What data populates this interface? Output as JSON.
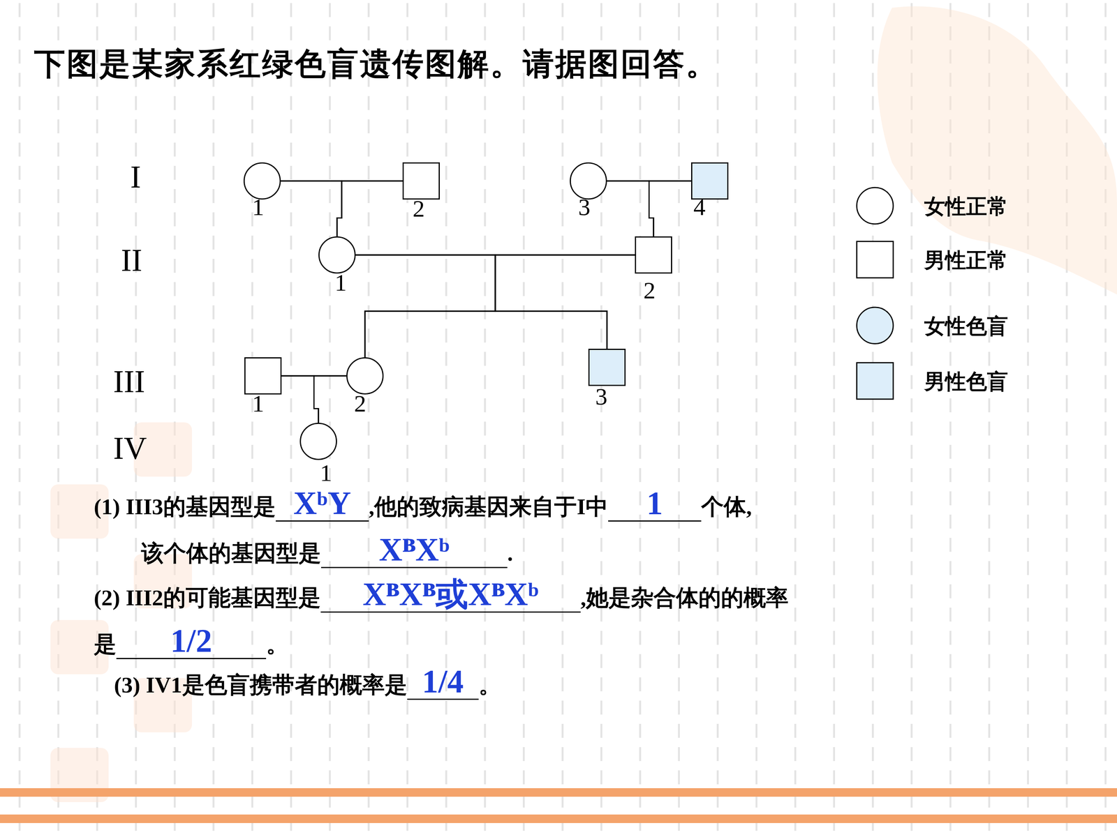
{
  "diagram": {
    "title": "下图是某家系红绿色盲遗传图解。请据图回答。",
    "nodes": [
      {
        "text": [
          "1"
        ]
      },
      {
        "text": [
          "2"
        ]
      },
      {
        "text": [
          "3"
        ]
      },
      {
        "text": [
          "4"
        ]
      },
      {
        "text": [
          "1"
        ]
      },
      {
        "text": [
          "2"
        ]
      },
      {
        "text": [
          "1"
        ]
      },
      {
        "text": [
          "2"
        ]
      },
      {
        "text": [
          "3"
        ]
      },
      {
        "text": [
          "1"
        ]
      }
    ],
    "edges": [
      {
        "from": 0,
        "to": 1,
        "arrow": "none"
      },
      {
        "from": 2,
        "to": 3,
        "arrow": "none"
      },
      {
        "from": 4,
        "to": 5,
        "arrow": "none"
      },
      {
        "from": 6,
        "to": 7,
        "arrow": "none"
      },
      {
        "from": 0,
        "to": 4,
        "arrow": "none"
      },
      {
        "from": 1,
        "to": 4,
        "arrow": "none"
      },
      {
        "from": 2,
        "to": 5,
        "arrow": "none"
      },
      {
        "from": 3,
        "to": 5,
        "arrow": "none"
      },
      {
        "from": 4,
        "to": 7,
        "arrow": "none"
      },
      {
        "from": 5,
        "to": 7,
        "arrow": "none"
      },
      {
        "from": 4,
        "to": 8,
        "arrow": "none"
      },
      {
        "from": 5,
        "to": 8,
        "arrow": "none"
      },
      {
        "from": 6,
        "to": 9,
        "arrow": "none"
      },
      {
        "from": 7,
        "to": 9,
        "arrow": "none"
      }
    ],
    "labels": [
      "I",
      "II",
      "III",
      "IV",
      "(1) III3的基因型是",
      "XᵇY",
      ",他的致病基因来自于I中",
      "1",
      "个体,",
      "该个体的基因型是",
      "XᴮXᵇ",
      ".",
      "(2) III2的可能基因型是",
      "XᴮXᴮ或XᴮXᵇ",
      ",她是杂合体的的概率",
      "是",
      "1/2",
      "。",
      "(3) IV1是色盲携带者的概率是",
      "1/4",
      "。"
    ],
    "legend": [
      {
        "text": "女性正常"
      },
      {
        "text": "男性正常"
      },
      {
        "text": "女性色盲"
      },
      {
        "text": "男性色盲"
      }
    ]
  }
}
